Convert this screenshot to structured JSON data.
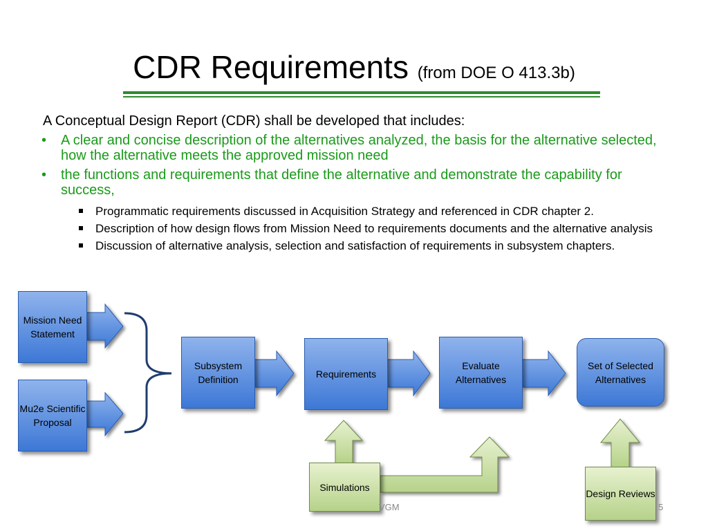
{
  "slide": {
    "title_main": "CDR Requirements",
    "title_sub": "(from DOE O 413.3b)",
    "intro": "A Conceptual Design Report (CDR) shall be developed that includes:",
    "bullets": [
      "A clear and concise description of the alternatives analyzed, the basis for the alternative selected, how the alternative meets the approved mission need",
      "the functions and requirements that define the alternative and demonstrate the capability for success,"
    ],
    "sub_bullets": [
      "Programmatic requirements discussed in Acquisition Strategy and referenced in CDR chapter 2.",
      " Description of how design flows from Mission Need to requirements documents and the alternative analysis",
      "Discussion of alternative analysis, selection and satisfaction of requirements in subsystem chapters."
    ],
    "bullet_glyph": "•",
    "colors": {
      "accent_green": "#1a9a1a",
      "box_blue": "#3d78d6",
      "box_green": "#b6d28a"
    }
  },
  "diagram": {
    "mission_need": "Mission Need Statement",
    "mu2e_proposal": "Mu2e Scientific Proposal",
    "subsystem_definition": "Subsystem Definition",
    "requirements": "Requirements",
    "evaluate_alternatives": "Evaluate Alternatives",
    "selected_alternatives": "Set of Selected Alternatives",
    "simulations": "Simulations",
    "design_reviews": "Design Reviews"
  },
  "footer": {
    "left": "VGM",
    "page": "5"
  }
}
